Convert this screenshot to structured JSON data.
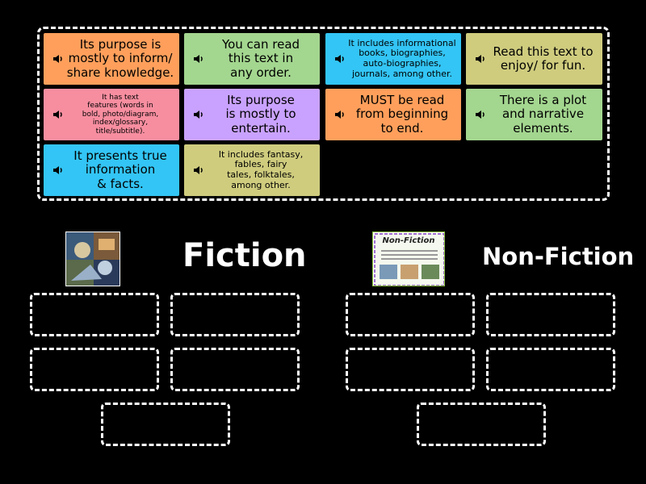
{
  "word_bank": {
    "cards": [
      {
        "text": "Its purpose is\nmostly to inform/\nshare knowledge.",
        "color": "#ff9f5b",
        "icon": "speaker-icon"
      },
      {
        "text": "You can read\nthis text in\nany order.",
        "color": "#a3d68f",
        "icon": "speaker-icon"
      },
      {
        "text": "It includes informational\nbooks, biographies,\nauto-biographies,\njournals, among other.",
        "color": "#33c5f5",
        "icon": "speaker-icon"
      },
      {
        "text": "Read this text to\nenjoy/ for fun.",
        "color": "#cfcc7e",
        "icon": "speaker-icon"
      },
      {
        "text": "It has text\nfeatures (words in\nbold, photo/diagram,\nindex/glossary,\ntitle/subtitle).",
        "color": "#f78ea0",
        "icon": "speaker-icon"
      },
      {
        "text": "Its purpose\nis mostly to\nentertain.",
        "color": "#c9a2ff",
        "icon": "speaker-icon"
      },
      {
        "text": "MUST be read\nfrom beginning\nto end.",
        "color": "#ff9f5b",
        "icon": "speaker-icon"
      },
      {
        "text": "There is a plot\nand narrative\nelements.",
        "color": "#a3d68f",
        "icon": "speaker-icon"
      },
      {
        "text": "It presents true\ninformation\n& facts.",
        "color": "#33c5f5",
        "icon": "speaker-icon"
      },
      {
        "text": "It includes fantasy,\nfables, fairy\ntales, folktales,\namong other.",
        "color": "#cfcc7e",
        "icon": "speaker-icon"
      }
    ]
  },
  "groups": {
    "fiction": {
      "title": "Fiction",
      "image": "fiction-collage-image"
    },
    "nonfiction": {
      "title": "Non-Fiction",
      "image": "nonfiction-poster-image",
      "image_heading": "Non-Fiction"
    }
  }
}
